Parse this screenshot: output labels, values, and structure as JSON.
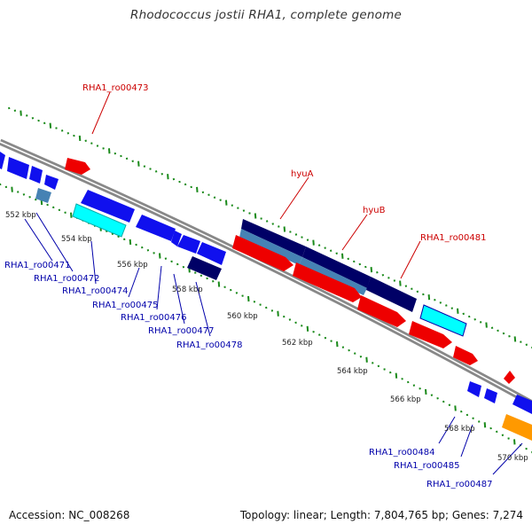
{
  "title": "Rhodococcus jostii RHA1, complete genome",
  "footer": {
    "accession": "Accession: NC_008268",
    "summary": "Topology: linear; Length: 7,804,765 bp; Genes: 7,274"
  },
  "colors": {
    "backbone": "#888888",
    "ticks": "#1a8a1a",
    "red_label": "#cc0000",
    "blue_label": "#0000aa",
    "red_gene": "#ee0000",
    "blue_gene": "#1010ee",
    "navy_gene": "#000066",
    "steel_gene": "#4682b4",
    "cyan_gene": "#00ffff",
    "orange_gene": "#ff9900"
  },
  "scale_labels": [
    "552 kbp",
    "554 kbp",
    "556 kbp",
    "558 kbp",
    "560 kbp",
    "562 kbp",
    "564 kbp",
    "566 kbp",
    "568 kbp",
    "570 kbp"
  ],
  "red_labels": [
    "RHA1_ro00473",
    "hyuA",
    "hyuB",
    "RHA1_ro00481"
  ],
  "blue_labels": [
    "RHA1_ro00471",
    "RHA1_ro00472",
    "RHA1_ro00474",
    "RHA1_ro00475",
    "RHA1_ro00476",
    "RHA1_ro00477",
    "RHA1_ro00478",
    "RHA1_ro00484",
    "RHA1_ro00485",
    "RHA1_ro00487"
  ],
  "features": [
    {
      "strand": "top",
      "color": "red_gene"
    },
    {
      "strand": "bottom",
      "color": "blue_gene"
    },
    {
      "strand": "bottom",
      "color": "steel_gene"
    },
    {
      "strand": "bottom",
      "color": "cyan_gene"
    },
    {
      "strand": "bottom",
      "color": "blue_gene"
    },
    {
      "strand": "bottom",
      "color": "blue_gene"
    },
    {
      "strand": "bottom",
      "color": "navy_gene"
    },
    {
      "strand": "top",
      "color": "navy_gene"
    },
    {
      "strand": "top",
      "color": "steel_gene"
    },
    {
      "strand": "top",
      "color": "navy_gene"
    },
    {
      "strand": "top",
      "color": "cyan_gene"
    },
    {
      "strand": "top",
      "color": "red_gene"
    },
    {
      "strand": "top",
      "color": "red_gene"
    },
    {
      "strand": "top",
      "color": "red_gene"
    },
    {
      "strand": "top",
      "color": "red_gene"
    },
    {
      "strand": "top",
      "color": "red_gene"
    },
    {
      "strand": "bottom",
      "color": "blue_gene"
    },
    {
      "strand": "bottom",
      "color": "orange_gene"
    }
  ]
}
